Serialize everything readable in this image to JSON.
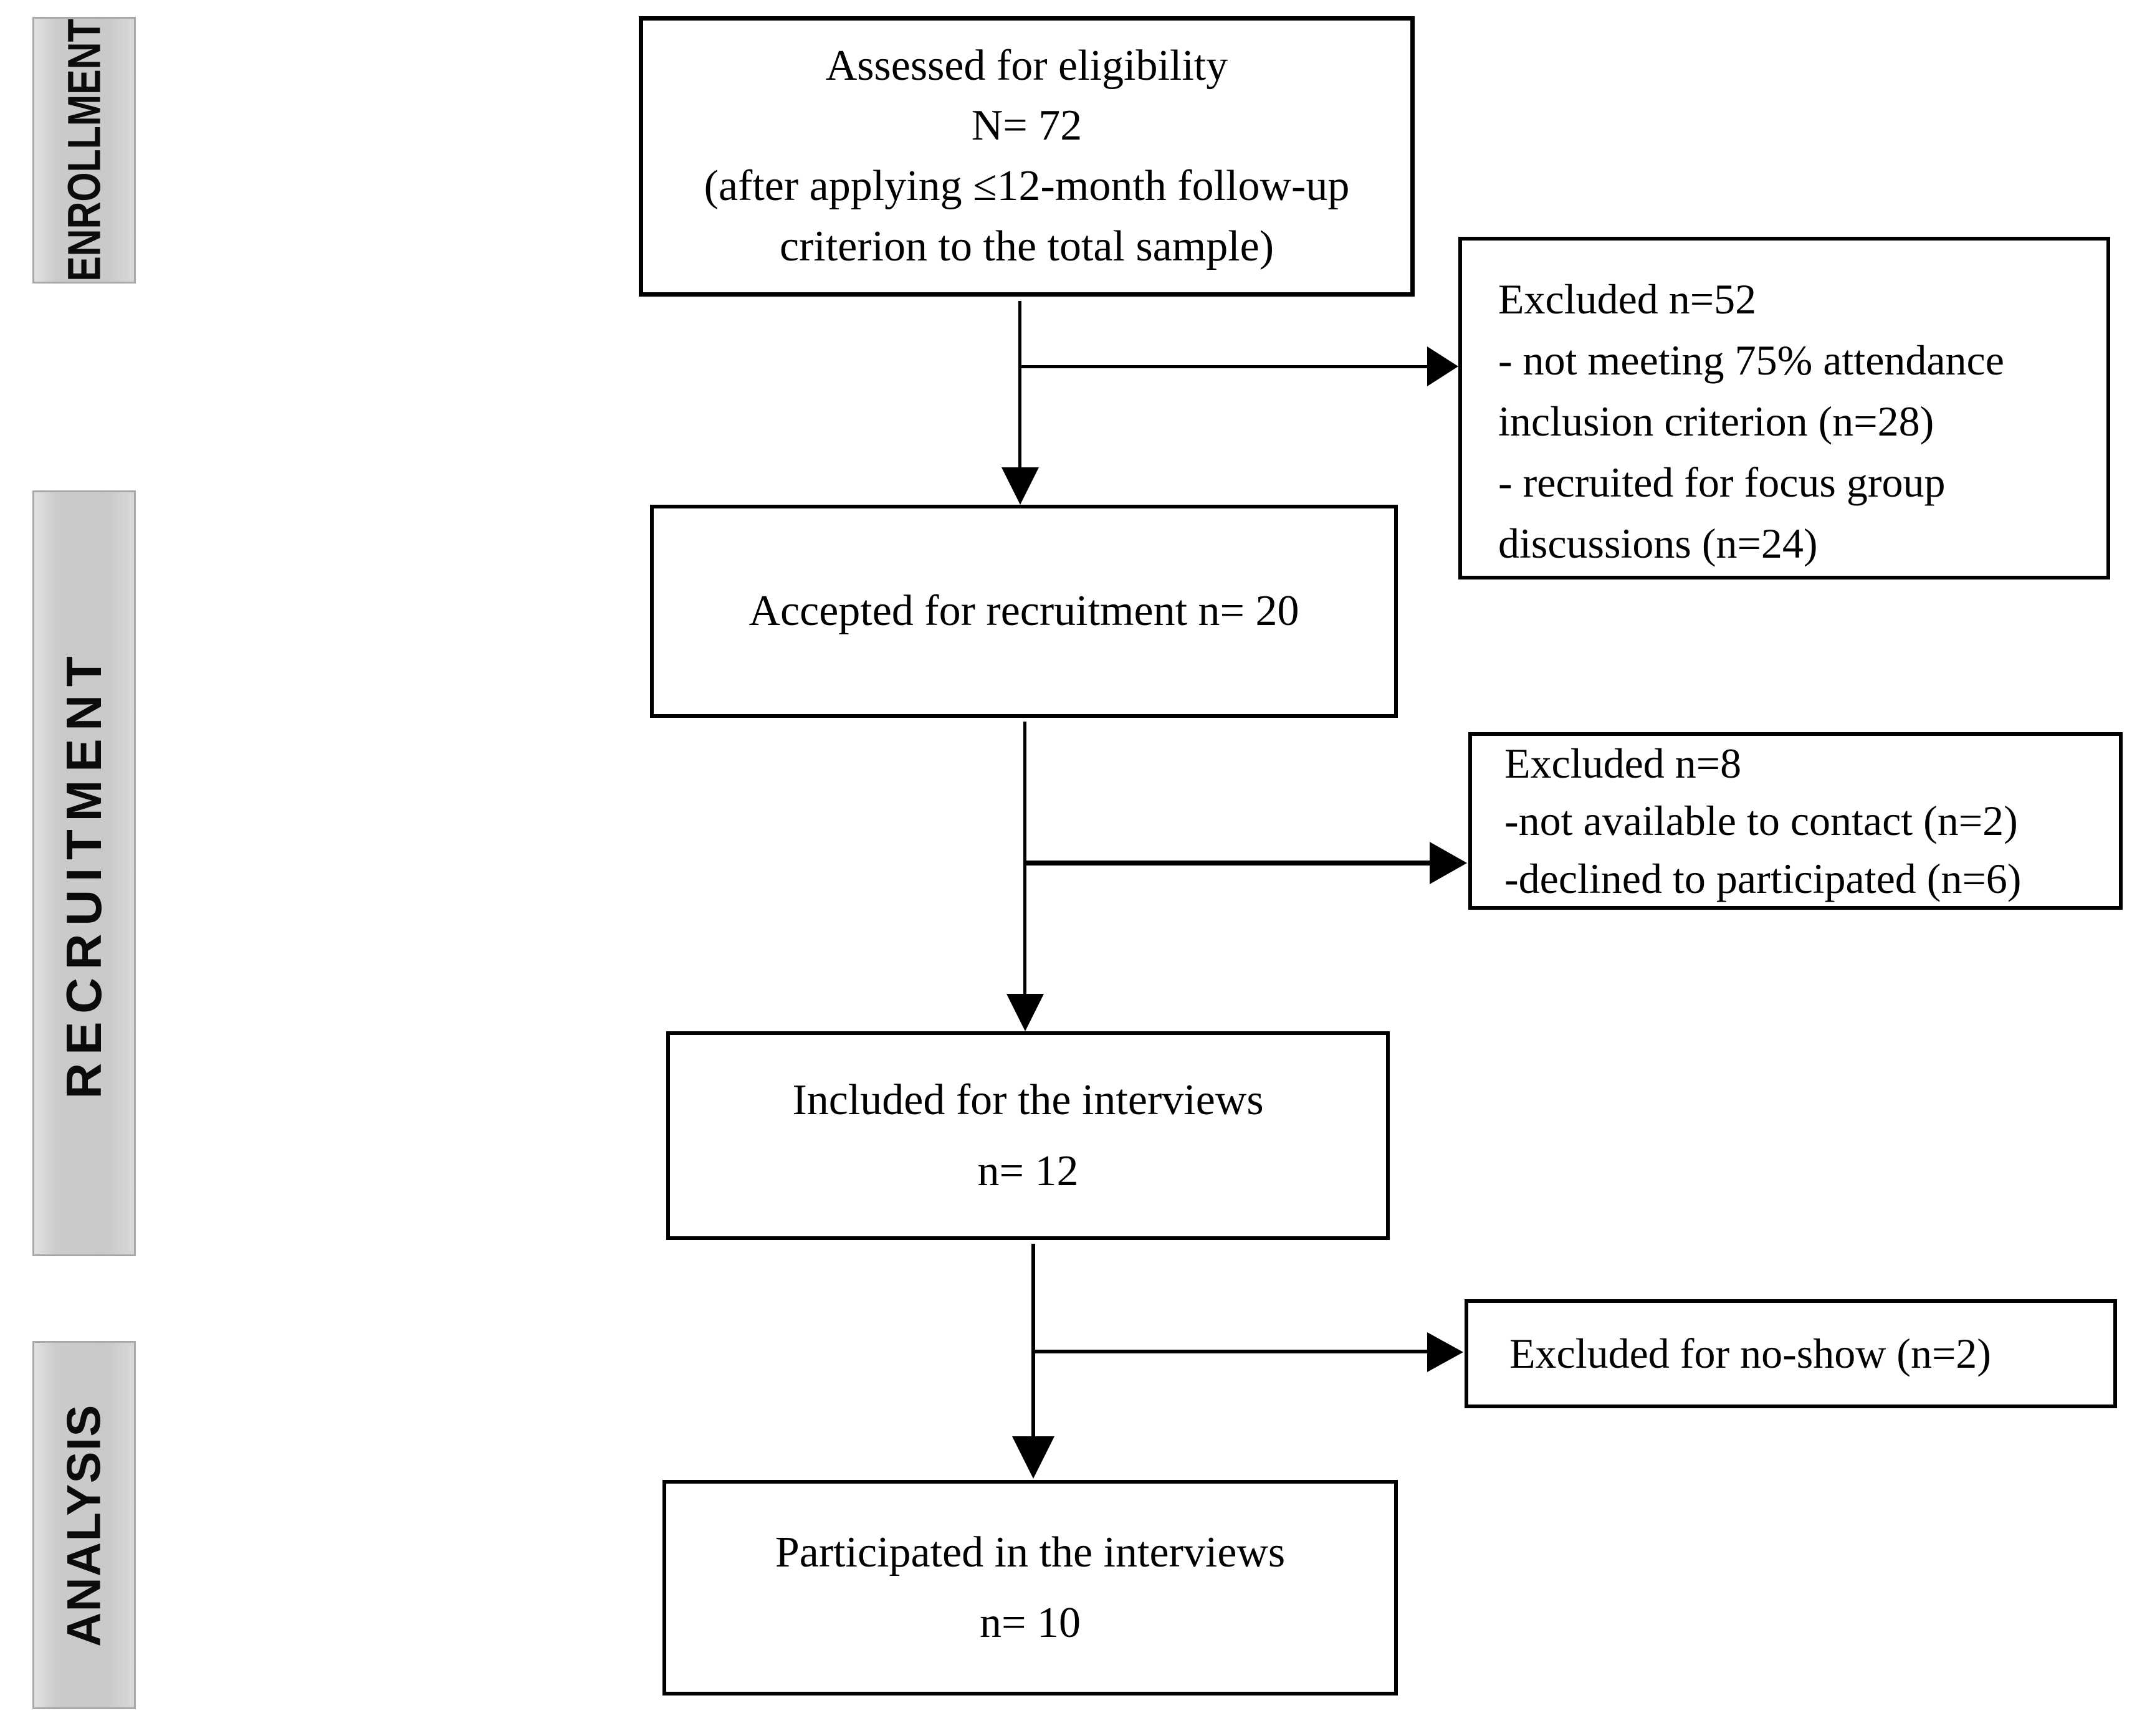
{
  "sidebar": {
    "labels": [
      "ENROLLMENT",
      "RECRUITMENT",
      "ANALYSIS"
    ]
  },
  "flow": {
    "assessed": {
      "line1": "Assessed for eligibility",
      "line2": "N= 72",
      "line3": "(after applying ≤12-month follow-up",
      "line4": "criterion to the total sample)"
    },
    "accepted": {
      "line1": "Accepted for recruitment n= 20"
    },
    "included": {
      "line1": "Included for the interviews",
      "line2": "n= 12"
    },
    "participated": {
      "line1": "Participated in the interviews",
      "line2": "n= 10"
    }
  },
  "exclusions": {
    "enrollment": {
      "line1": "Excluded n=52",
      "line2": "- not meeting 75% attendance",
      "line3": "inclusion criterion (n=28)",
      "line4": "- recruited for focus group",
      "line5": "discussions (n=24)"
    },
    "recruitment": {
      "line1": "Excluded n=8",
      "line2": "-not available to contact (n=2)",
      "line3": "-declined to participated (n=6)"
    },
    "analysis": {
      "line1": "Excluded for no-show (n=2)"
    }
  },
  "colors": {
    "background": "#ffffff",
    "text": "#000000",
    "box_border": "#000000",
    "connector": "#000000",
    "stage_bar_fill": "#cccccc",
    "stage_bar_border": "#a8a8a8"
  }
}
